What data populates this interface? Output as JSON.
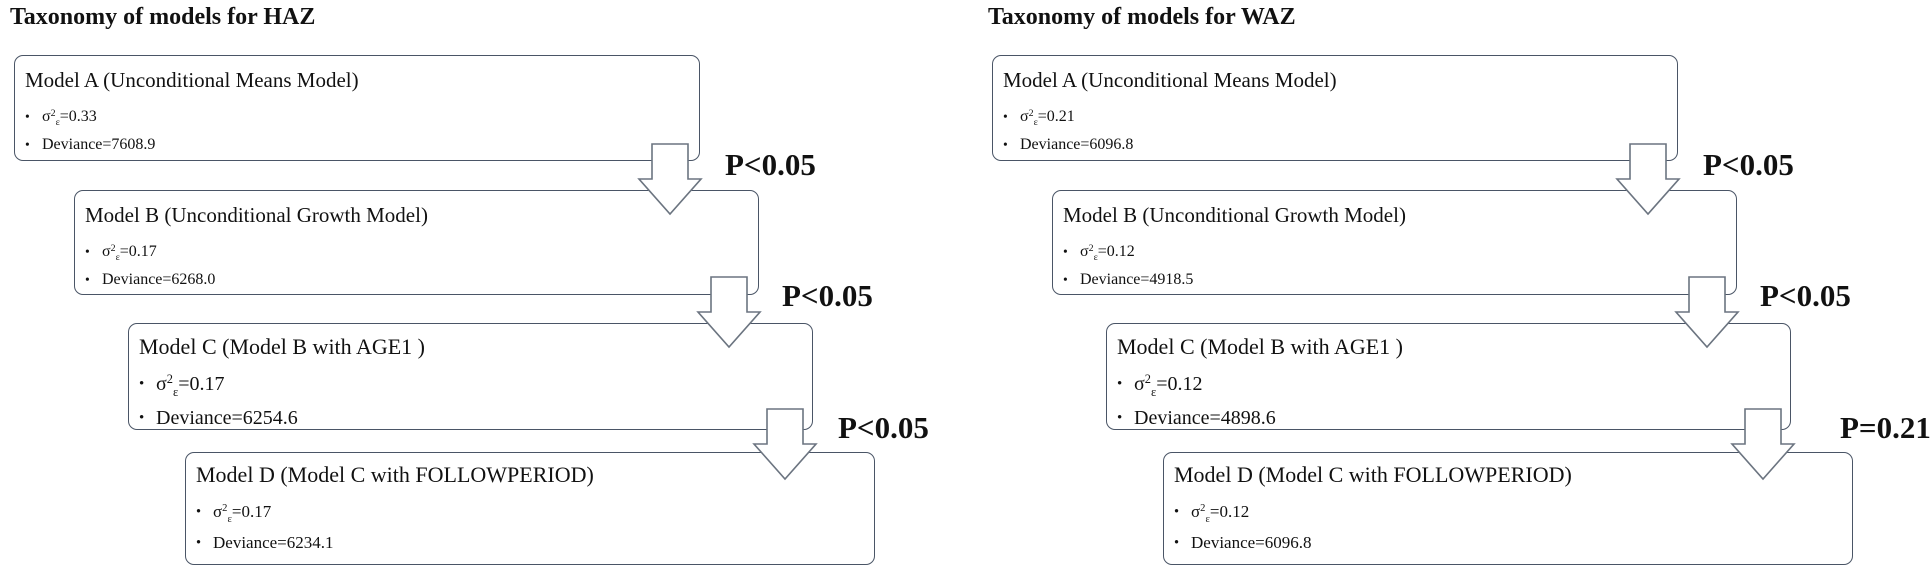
{
  "panels": [
    {
      "title": "Taxonomy of models for HAZ",
      "models": [
        {
          "title": "Model A (Unconditional Means Model)",
          "sigma_symbol": "σ",
          "sigma_sup": "2",
          "sigma_sub": "ε",
          "sigma_value": "=0.33",
          "deviance": "Deviance=7608.9"
        },
        {
          "title": "Model B (Unconditional Growth Model)",
          "sigma_symbol": "σ",
          "sigma_sup": "2",
          "sigma_sub": "ε",
          "sigma_value": "=0.17",
          "deviance": "Deviance=6268.0"
        },
        {
          "title": "Model C (Model B with AGE1 )",
          "sigma_symbol": "σ",
          "sigma_sup": "2",
          "sigma_sub": "ε",
          "sigma_value": "=0.17",
          "deviance": "Deviance=6254.6"
        },
        {
          "title": "Model D (Model C with FOLLOWPERIOD)",
          "sigma_symbol": "σ",
          "sigma_sup": "2",
          "sigma_sub": "ε",
          "sigma_value": "=0.17",
          "deviance": "Deviance=6234.1"
        }
      ],
      "p_values": [
        "P<0.05",
        "P<0.05",
        "P<0.05"
      ]
    },
    {
      "title": "Taxonomy of models for WAZ",
      "models": [
        {
          "title": "Model A (Unconditional Means Model)",
          "sigma_symbol": "σ",
          "sigma_sup": "2",
          "sigma_sub": "ε",
          "sigma_value": "=0.21",
          "deviance": "Deviance=6096.8"
        },
        {
          "title": "Model B (Unconditional Growth Model)",
          "sigma_symbol": "σ",
          "sigma_sup": "2",
          "sigma_sub": "ε",
          "sigma_value": "=0.12",
          "deviance": "Deviance=4918.5"
        },
        {
          "title": "Model C (Model B with AGE1 )",
          "sigma_symbol": "σ",
          "sigma_sup": "2",
          "sigma_sub": "ε",
          "sigma_value": "=0.12",
          "deviance": "Deviance=4898.6"
        },
        {
          "title": "Model D (Model C with FOLLOWPERIOD)",
          "sigma_symbol": "σ",
          "sigma_sup": "2",
          "sigma_sub": "ε",
          "sigma_value": "=0.12",
          "deviance": "Deviance=6096.8"
        }
      ],
      "p_values": [
        "P<0.05",
        "P<0.05",
        "P=0.21"
      ]
    }
  ]
}
